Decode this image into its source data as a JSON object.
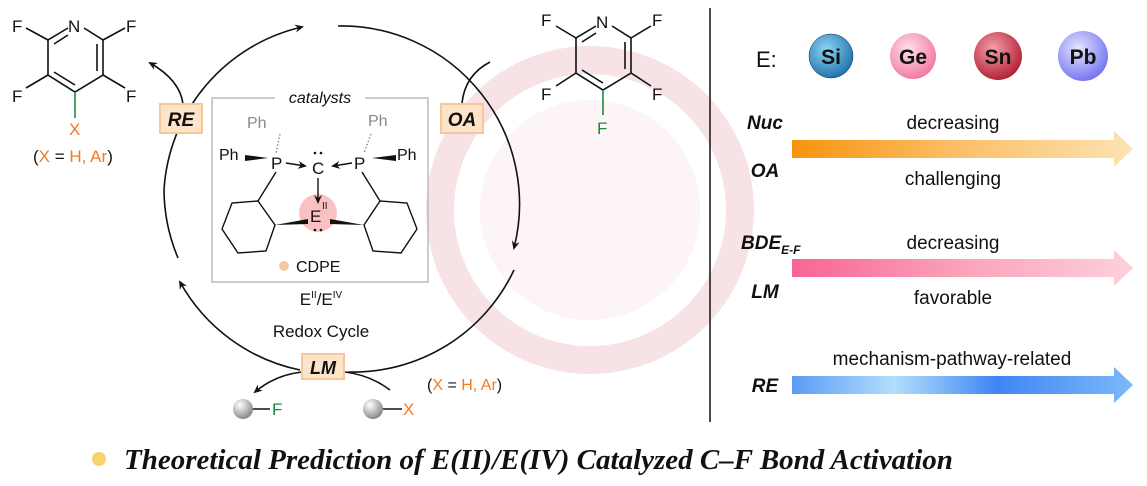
{
  "cycle": {
    "steps": {
      "re": "RE",
      "oa": "OA",
      "lm": "LM"
    },
    "center_label_line1_base": "E",
    "center_label_sup1": "II",
    "center_label_slash": "/E",
    "center_label_sup2": "IV",
    "center_label_line2": "Redox Cycle"
  },
  "catalyst_box": {
    "heading": "catalysts",
    "ph": "Ph",
    "p": "P",
    "c": "C",
    "e": "E",
    "e_ox": "II",
    "legend": "CDPE"
  },
  "product": {
    "n": "N",
    "f": "F",
    "x": "X",
    "note_open": "(",
    "note_x": "X",
    "note_eq": " = ",
    "note_vals": "H, Ar",
    "note_close": ")"
  },
  "substrate": {
    "n": "N",
    "f": "F",
    "note_open": "(",
    "note_x": "X",
    "note_eq": " = ",
    "note_vals": "H, Ar",
    "note_close": ")"
  },
  "ligand_exchange": {
    "f": "F",
    "x": "X"
  },
  "trends": {
    "e_label": "E:",
    "elements": [
      {
        "symbol": "Si",
        "color": "#1a8fc8"
      },
      {
        "symbol": "Ge",
        "color": "#f58fb0"
      },
      {
        "symbol": "Sn",
        "color": "#c8283e"
      },
      {
        "symbol": "Pb",
        "color": "#8b8cf5"
      }
    ],
    "rows": [
      {
        "upper_label": "Nuc",
        "lower_label": "OA",
        "upper_text": "decreasing",
        "lower_text": "challenging"
      },
      {
        "upper_label": "BDE",
        "upper_sub": "E-F",
        "lower_label": "LM",
        "upper_text": "decreasing",
        "lower_text": "favorable"
      },
      {
        "lower_label": "RE",
        "upper_text": "mechanism-pathway-related"
      }
    ]
  },
  "colors": {
    "orange": "#f47a20",
    "green": "#1a8a3a",
    "box_fill": "#fde3c8",
    "box_stroke": "#f6c79a",
    "bullet": "#f8d26a"
  },
  "footer": {
    "title": "Theoretical Prediction of E(II)/E(IV) Catalyzed C–F Bond Activation"
  }
}
